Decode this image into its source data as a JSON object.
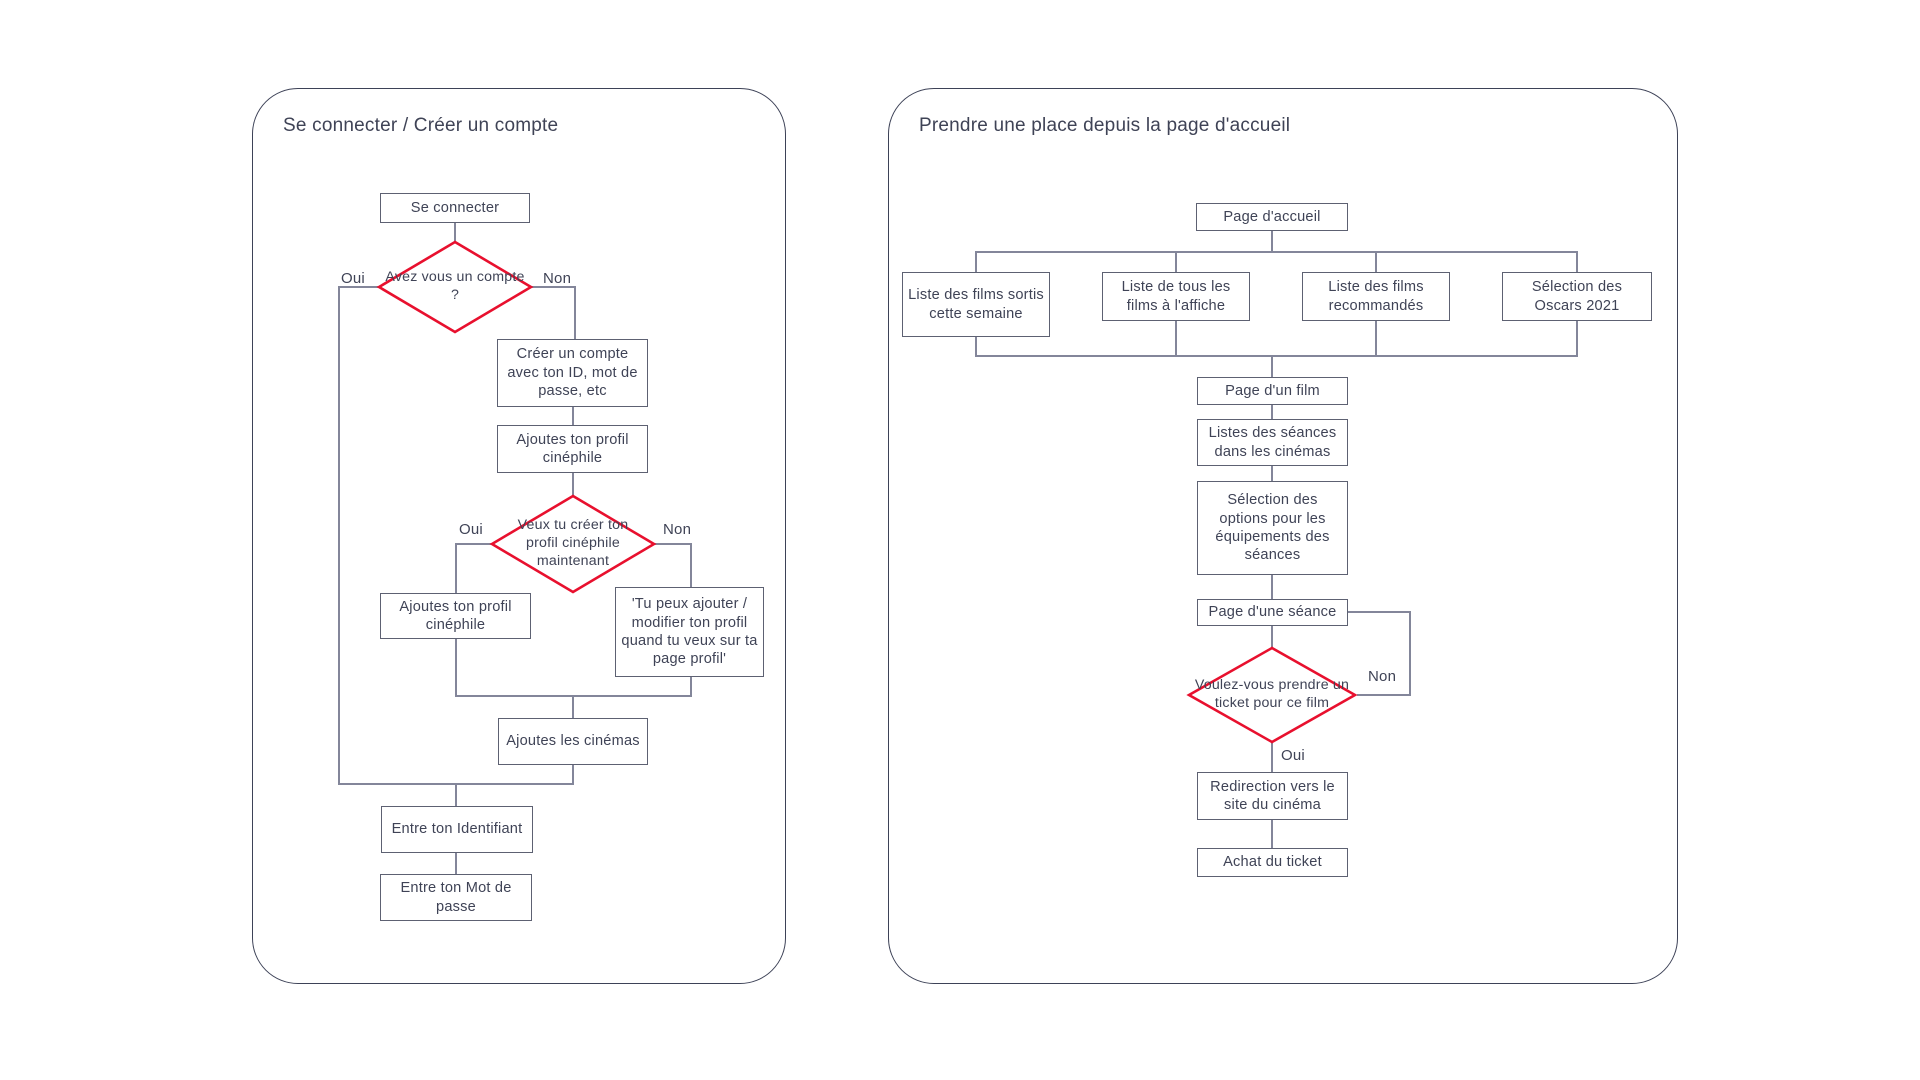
{
  "colors": {
    "background": "#ffffff",
    "panel_border": "#3d4257",
    "node_border": "#5d6172",
    "connector": "#83869a",
    "text": "#3f4356",
    "decision_accent": "#e8102e"
  },
  "left_panel": {
    "title": "Se connecter / Créer un compte",
    "nodes": {
      "se_connecter": "Se connecter",
      "q_compte": "Avez vous un compte ?",
      "creer_compte": "Créer un compte avec ton ID, mot de passe, etc",
      "ajoute_profil_1": "Ajoutes ton profil cinéphile",
      "q_profil": "Veux tu créer ton profil cinéphile maintenant",
      "ajoute_profil_2": "Ajoutes ton profil cinéphile",
      "note_profil": "'Tu peux ajouter / modifier ton profil quand tu veux sur ta page profil'",
      "ajoute_cinemas": "Ajoutes les cinémas",
      "entre_identifiant": "Entre ton Identifiant",
      "entre_mdp": "Entre ton Mot de passe"
    },
    "labels": {
      "oui1": "Oui",
      "non1": "Non",
      "oui2": "Oui",
      "non2": "Non"
    }
  },
  "right_panel": {
    "title": "Prendre une place depuis la page d'accueil",
    "nodes": {
      "page_accueil": "Page d'accueil",
      "liste_sortis": "Liste des films sortis cette semaine",
      "liste_tous": "Liste de tous les films à l'affiche",
      "liste_recommandes": "Liste des films recommandés",
      "selection_oscars": "Sélection des Oscars 2021",
      "page_film": "Page d'un film",
      "listes_seances": "Listes des séances dans les cinémas",
      "selection_options": "Sélection des options pour les équipements des séances",
      "page_seance": "Page d'une séance",
      "q_ticket": "Voulez-vous prendre un ticket pour ce film",
      "redirection": "Redirection vers le site du cinéma",
      "achat": "Achat du ticket"
    },
    "labels": {
      "non": "Non",
      "oui": "Oui"
    }
  }
}
